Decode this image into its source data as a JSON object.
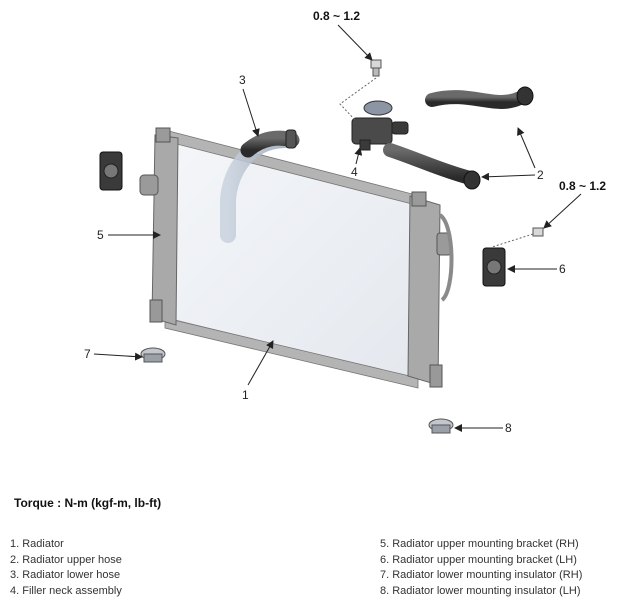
{
  "callouts": {
    "c1": "1",
    "c2": "2",
    "c3": "3",
    "c4": "4",
    "c5": "5",
    "c6": "6",
    "c7": "7",
    "c8": "8"
  },
  "torque_specs": {
    "upper": "0.8 ~ 1.2",
    "right": "0.8 ~ 1.2"
  },
  "torque_heading": "Torque : N-m (kgf-m, lb-ft)",
  "legend": {
    "left": [
      "1. Radiator",
      "2. Radiator upper hose",
      "3. Radiator lower hose",
      "4. Filler neck assembly"
    ],
    "right": [
      "5. Radiator upper mounting bracket (RH)",
      "6. Radiator upper mounting bracket (LH)",
      "7. Radiator lower mounting insulator (RH)",
      "8. Radiator lower mounting insulator (LH)"
    ]
  },
  "colors": {
    "frame": "#8a8a8a",
    "core": "#eef1f5",
    "hose": "#3a3a3a",
    "leader": "#222222"
  }
}
